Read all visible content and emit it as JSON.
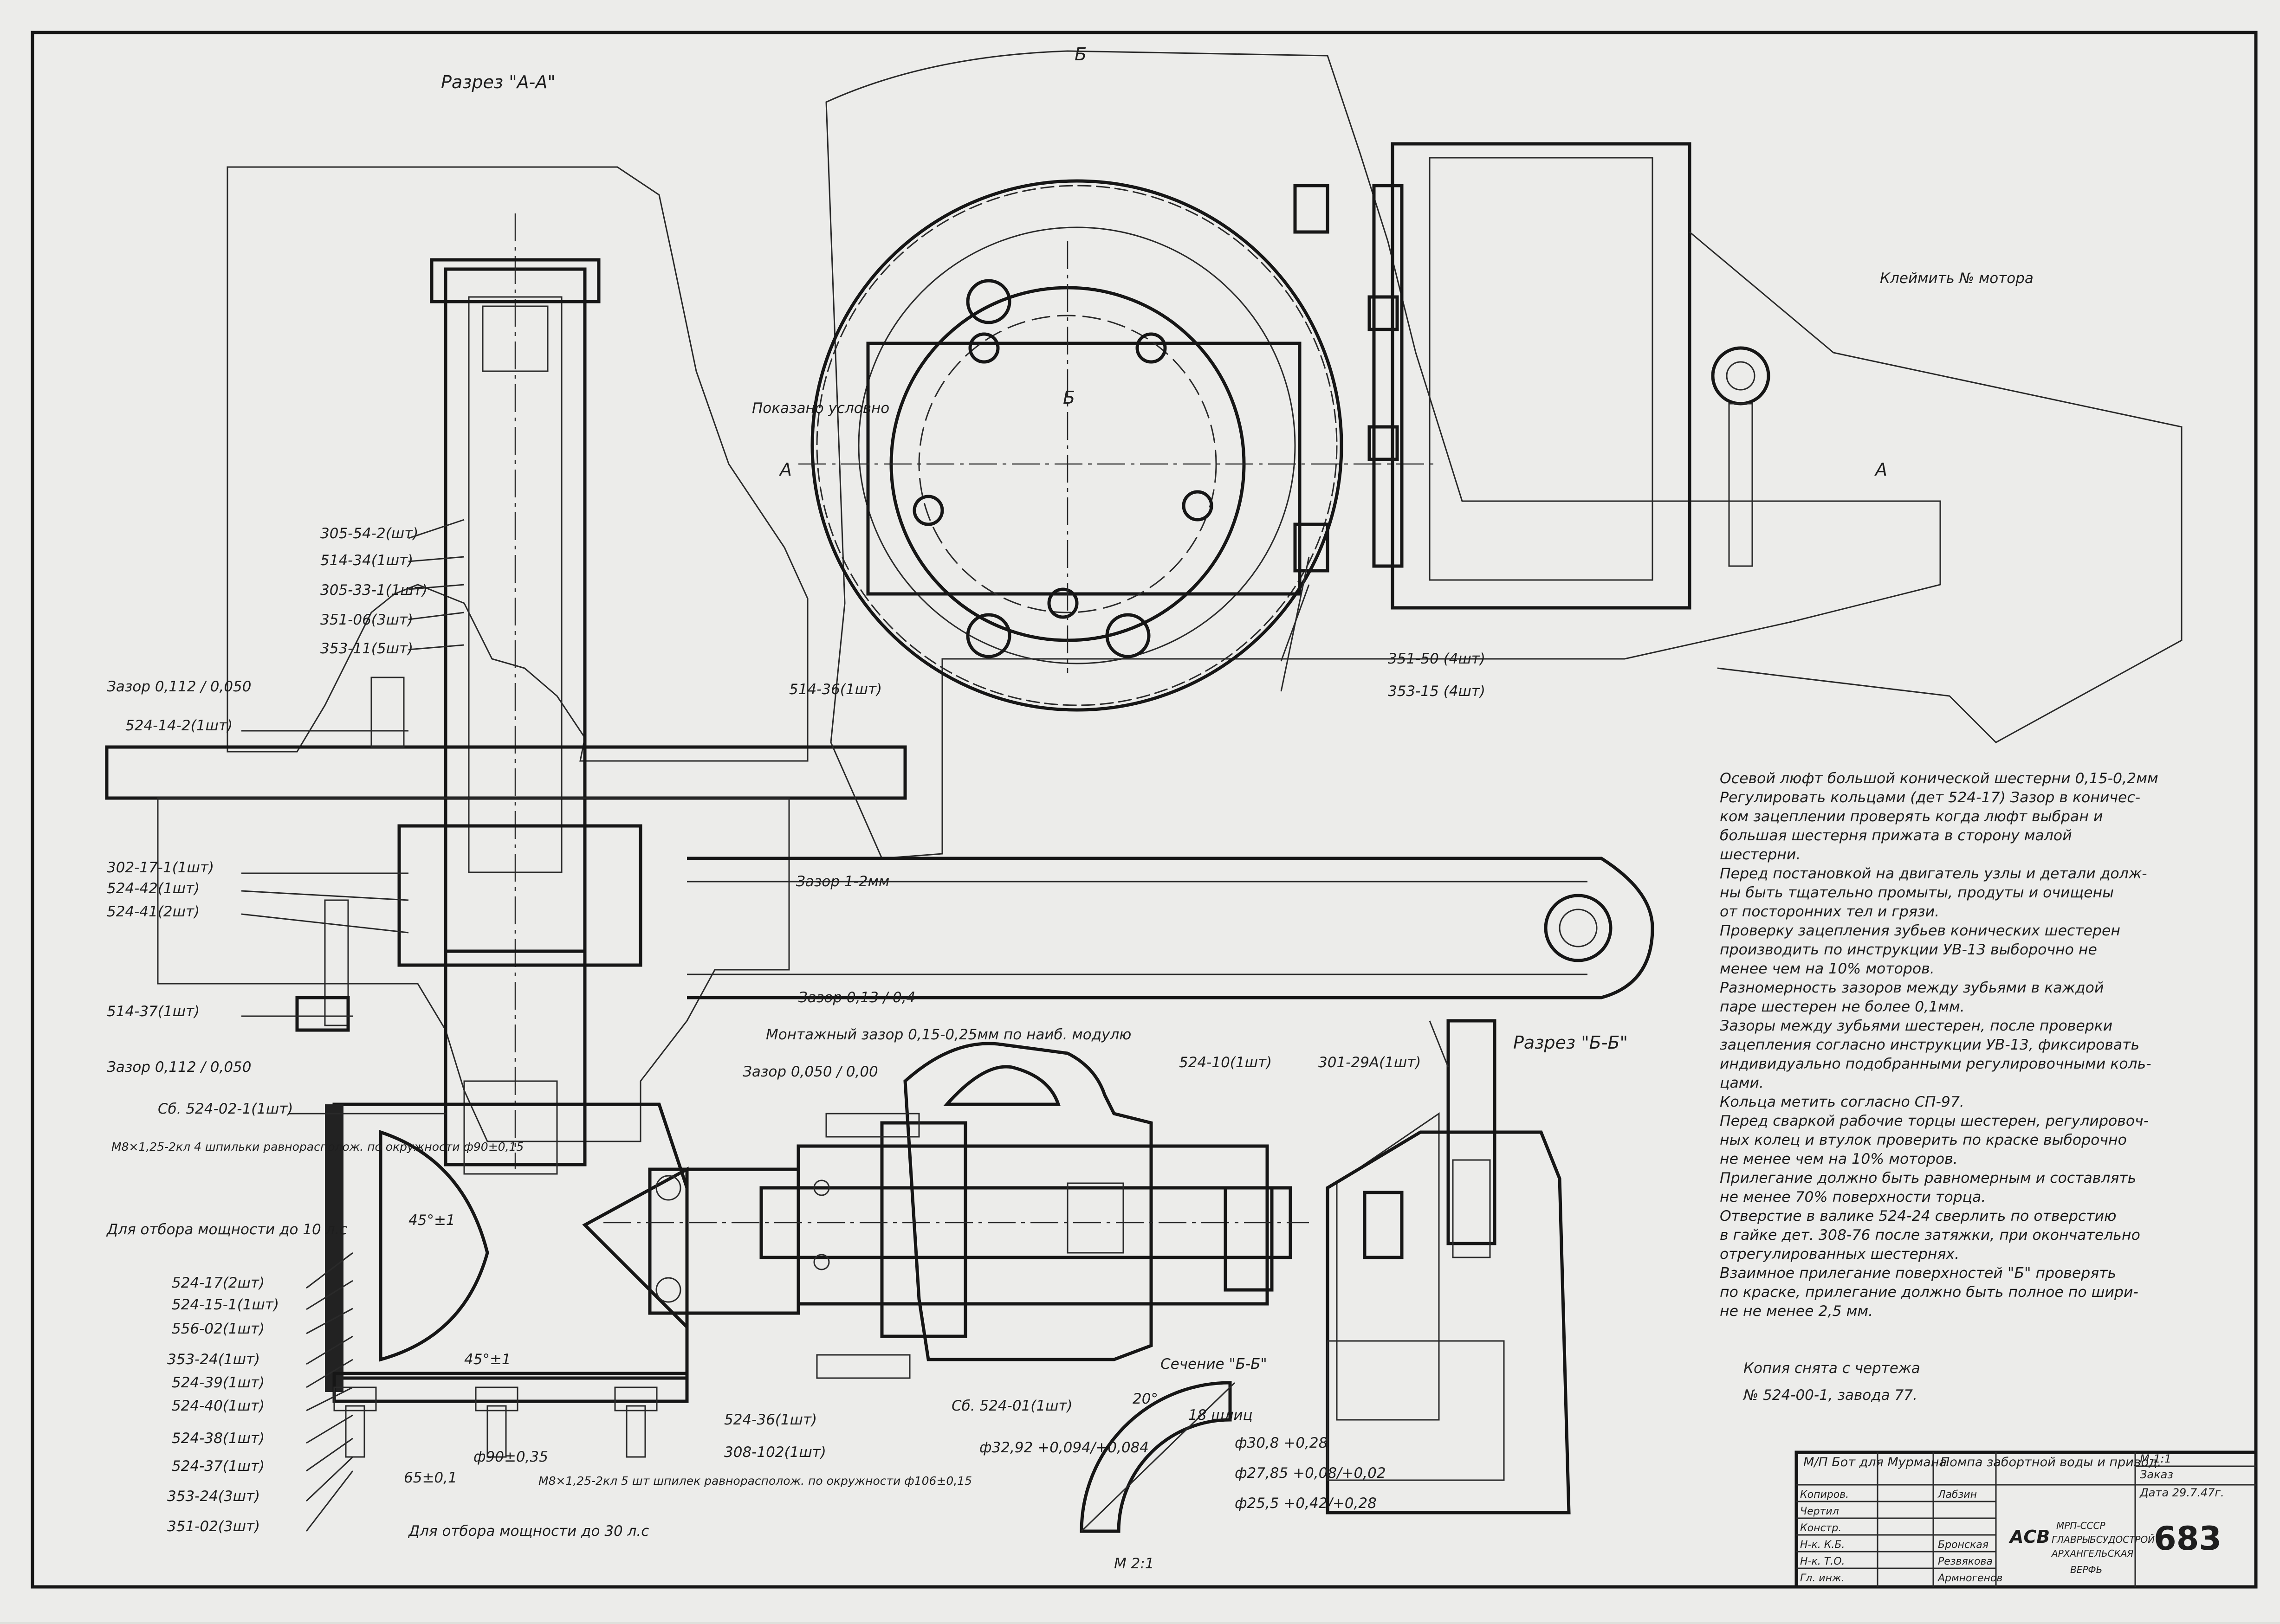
{
  "sections": {
    "aa": "Разрез \"А-А\"",
    "bb": "Разрез \"Б-Б\"",
    "b_b_section": "Сечение \"Б-Б\"",
    "view_b": "Б",
    "view_a_left": "А",
    "view_a_right": "А",
    "view_b_center": "Б",
    "motor_tag": "Клеймить № мотора",
    "shown_cond": "Показано условно"
  },
  "callouts_left": [
    "305-54-2(шт)",
    "514-34(1шт)",
    "305-33-1(1шт)",
    "351-06(3шт)",
    "353-11(5шт)",
    "524-14-2(1шт)",
    "302-17-1(1шт)",
    "524-42(1шт)",
    "524-41(2шт)",
    "514-37(1шт)",
    "Сб. 524-02-1(1шт)",
    "524-17(2шт)",
    "524-15-1(1шт)",
    "556-02(1шт)",
    "353-24(1шт)",
    "524-39(1шт)",
    "524-40(1шт)",
    "524-38(1шт)",
    "524-37(1шт)",
    "353-24(3шт)",
    "351-02(3шт)"
  ],
  "callouts_right": [
    "514-36(1шт)",
    "524-10(1шт)",
    "524-36(1шт)",
    "308-102(1шт)",
    "Сб. 524-01(1шт)",
    "351-50 (4шт)",
    "353-15 (4шт)",
    "301-29А(1шт)"
  ],
  "gaps": {
    "gap1": "Зазор 0,112 / 0,050",
    "gap2": "Зазор 1-2мм",
    "gap3": "Зазор 0,13 / 0,4",
    "gap4": "Зазор 0,112 / 0,050",
    "mount": "Монтажный зазор 0,15-0,25мм по наиб. модулю",
    "gap5": "Зазор 0,050 / 0,00"
  },
  "power": {
    "p10": "Для отбора мощности до 10 л.с",
    "p30": "Для отбора мощности до 30 л.с",
    "studs1": "М8×1,25-2кл 4 шпильки равнорасполож. по окружности ф90±0,15",
    "studs2": "М8×1,25-2кл 5 шт шпилек равнорасполож. по окружности ф106±0,15"
  },
  "dims": [
    "ф90±0,35",
    "65±0,1",
    "45°±1",
    "45°±1",
    "ф32,92 +0,094/+0,084",
    "ф30,8 +0,28",
    "ф27,85 +0,08/+0,02",
    "ф25,5 +0,42/+0,28",
    "18 шлиц",
    "20°",
    "М 2:1"
  ],
  "notes": [
    "Осевой люфт большой конической шестерни 0,15-0,2мм",
    "Регулировать кольцами (дет 524-17) Зазор в коничес-",
    "ком зацеплении проверять когда люфт выбран и",
    "большая шестерня прижата в сторону малой",
    "шестерни.",
    "Перед постановкой на двигатель узлы и детали долж-",
    "ны быть тщательно промыты, продуты и очищены",
    "от посторонних тел и грязи.",
    "Проверку зацепления зубьев конических шестерен",
    "производить по инструкции УВ-13 выборочно не",
    "менее чем на 10% моторов.",
    "Разномерность зазоров между зубьями в каждой",
    "паре шестерен не более 0,1мм.",
    "Зазоры между зубьями шестерен, после проверки",
    "зацепления согласно инструкции УВ-13, фиксировать",
    "индивидуально подобранными регулировочными коль-",
    "цами.",
    "Кольца метить согласно СП-97.",
    "Перед сваркой рабочие торцы шестерен, регулировоч-",
    "ных колец и втулок проверить по краске выборочно",
    "не менее чем на 10% моторов.",
    "Прилегание должно быть равномерным и составлять",
    "не менее 70% поверхности торца.",
    "Отверстие в валике 524-24 сверлить по отверстию",
    "в гайке дет. 308-76 после затяжки, при окончательно",
    "отрегулированных шестернях.",
    "Взаимное прилегание поверхностей \"Б\" проверять",
    "по краске, прилегание должно быть полное по шири-",
    "не не менее 2,5 мм."
  ],
  "copy_note": {
    "line1": "Копия снята с чертежа",
    "line2": "№ 524-00-1, завода 77."
  },
  "title_block": {
    "object": "М/П Бот для Мурмана",
    "title": "Помпа забортной воды и привод.",
    "scale": "М-1:1",
    "order": "Заказ",
    "date": "Дата 29.7.47г.",
    "roles": [
      "Копиров.",
      "Чертил",
      "Констр.",
      "Н-к. К.Б.",
      "Н-к. Т.О.",
      "Гл. инж."
    ],
    "names": [
      "Лабзин",
      "Бронская",
      "Резвякова",
      "Армногенов"
    ],
    "org1": "МРП-СССР",
    "org2": "ГЛАВРЫБСУДОСТРОЙ",
    "org3": "АРХАНГЕЛЬСКАЯ",
    "org4": "ВЕРФЬ",
    "logo": "АСВ",
    "sheet_no": "683"
  }
}
